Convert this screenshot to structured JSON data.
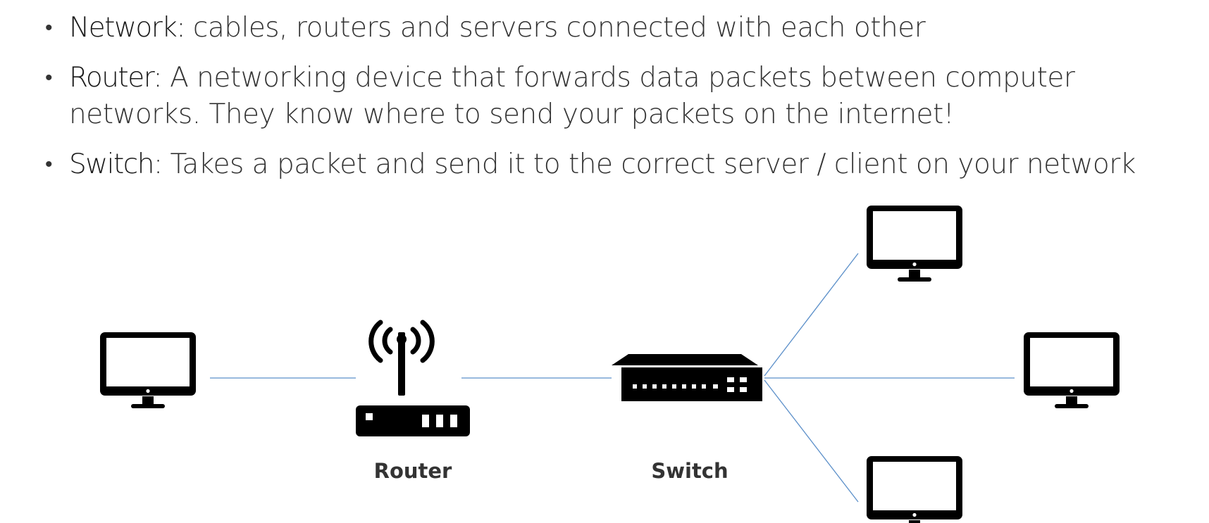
{
  "bullets": [
    {
      "term": "Network:",
      "text": " cables, routers and servers connected with each other"
    },
    {
      "term": "Router:",
      "text": " A networking device that forwards data packets between computer networks. They know where to send your packets on the internet!"
    },
    {
      "term": "Switch:",
      "text": " Takes a packet and send it to the correct server / client on your network"
    }
  ],
  "diagram": {
    "router_label": "Router",
    "switch_label": "Switch",
    "line_color": "#5b8fc9",
    "icon_color": "#000000",
    "nodes": [
      {
        "name": "client-computer",
        "icon": "monitor-icon"
      },
      {
        "name": "router",
        "icon": "router-icon"
      },
      {
        "name": "switch",
        "icon": "switch-icon"
      },
      {
        "name": "server-top",
        "icon": "monitor-icon"
      },
      {
        "name": "server-middle",
        "icon": "monitor-icon"
      },
      {
        "name": "server-bottom",
        "icon": "monitor-icon"
      }
    ]
  }
}
